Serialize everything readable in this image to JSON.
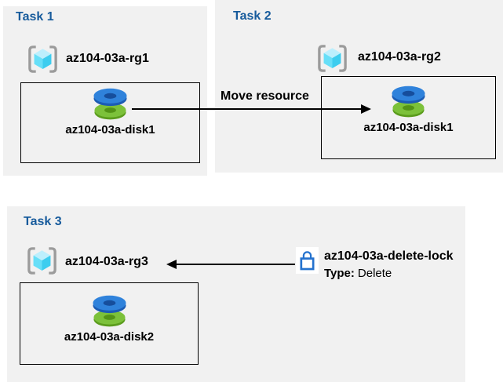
{
  "task1": {
    "title": "Task 1",
    "resource_group": "az104-03a-rg1",
    "disk": "az104-03a-disk1"
  },
  "task2": {
    "title": "Task 2",
    "resource_group": "az104-03a-rg2",
    "disk": "az104-03a-disk1"
  },
  "task3": {
    "title": "Task 3",
    "resource_group": "az104-03a-rg3",
    "disk": "az104-03a-disk2"
  },
  "move": {
    "label": "Move resource"
  },
  "lock": {
    "name": "az104-03a-delete-lock",
    "type_label": "Type:",
    "type_value": "Delete"
  },
  "icons": {
    "resource_group": "resource-group-icon",
    "disk": "disk-icon",
    "lock": "lock-icon"
  },
  "colors": {
    "panel_bg": "#f1f1f1",
    "title_blue": "#175B9C",
    "text": "#000000",
    "lock_blue": "#2472CE",
    "disk_blue_top": "#2F82DB",
    "disk_blue_side": "#1C5CB4",
    "disk_green_top": "#7CC13A",
    "disk_green_side": "#5B9C1D",
    "cube_top": "#BCEFFD",
    "cube_left": "#67DFF8",
    "cube_right": "#3DCDEF",
    "bracket_gray": "#9B9B9B"
  }
}
